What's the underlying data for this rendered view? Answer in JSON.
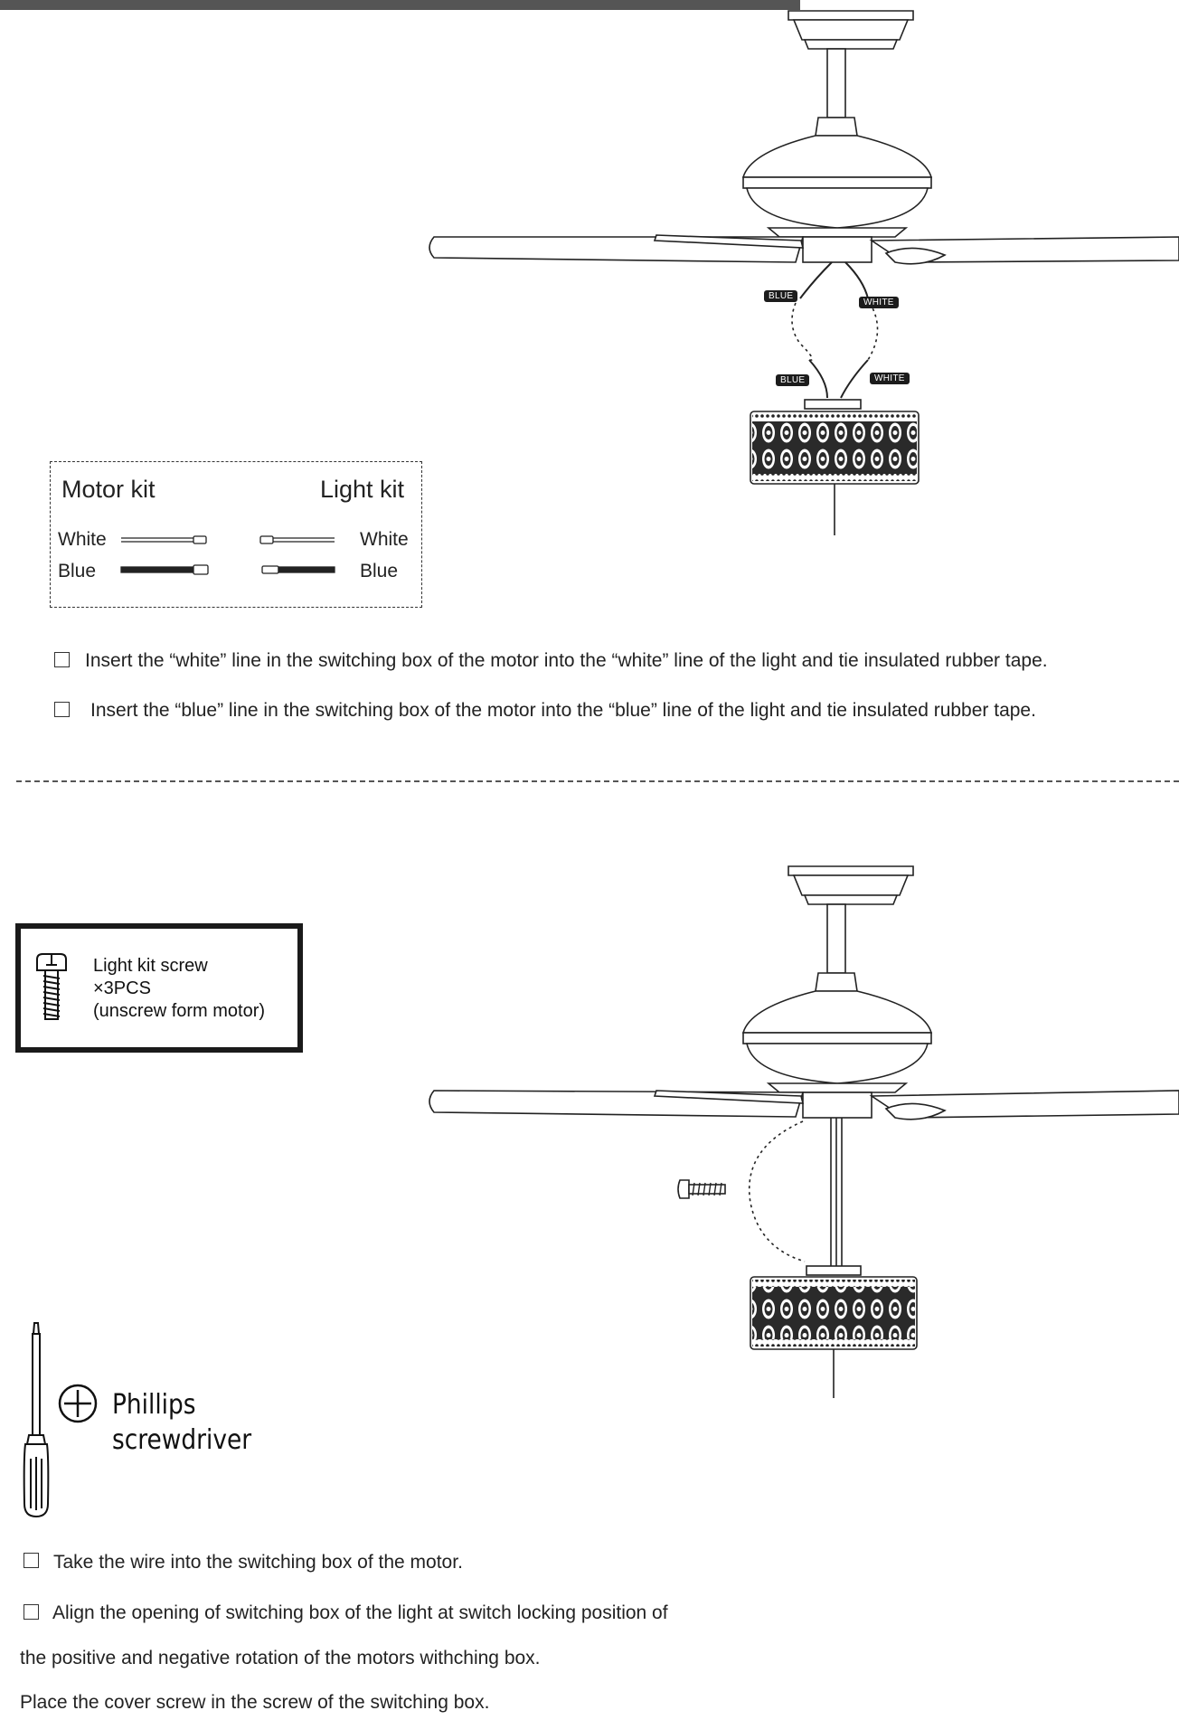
{
  "legend": {
    "motor_title": "Motor kit",
    "light_title": "Light kit",
    "motor_white": "White",
    "motor_blue": "Blue",
    "light_white": "White",
    "light_blue": "Blue"
  },
  "wire_tags": {
    "upper_blue": "BLUE",
    "upper_white": "WHITE",
    "lower_blue": "BLUE",
    "lower_white": "WHITE"
  },
  "step1": {
    "line1": "Insert the “white” line in the switching box of the motor into the “white” line of the light and tie insulated rubber tape.",
    "line2": "Insert the “blue” line in the switching box of the motor into the “blue” line of the light and tie insulated rubber tape."
  },
  "screw_box": {
    "line1": "Light kit screw",
    "line2": "×3PCS",
    "line3": "(unscrew form motor)"
  },
  "tool": {
    "line1": "Phillips",
    "line2": "screwdriver"
  },
  "step2": {
    "line1": "Take the wire into the switching box of the motor.",
    "line2": "Align the opening of switching box of the light at switch locking position of",
    "line3": "the positive and negative rotation of the motors withching box.",
    "line4": "Place the cover screw in the screw of the switching box."
  },
  "colors": {
    "ink": "#1a1a1a",
    "header_bar": "#555555",
    "tag_bg": "#1c1c1c"
  },
  "icons": [
    "screw-icon",
    "phillips-head-icon",
    "screwdriver-icon",
    "ceiling-fan-illustration",
    "light-kit-illustration"
  ]
}
